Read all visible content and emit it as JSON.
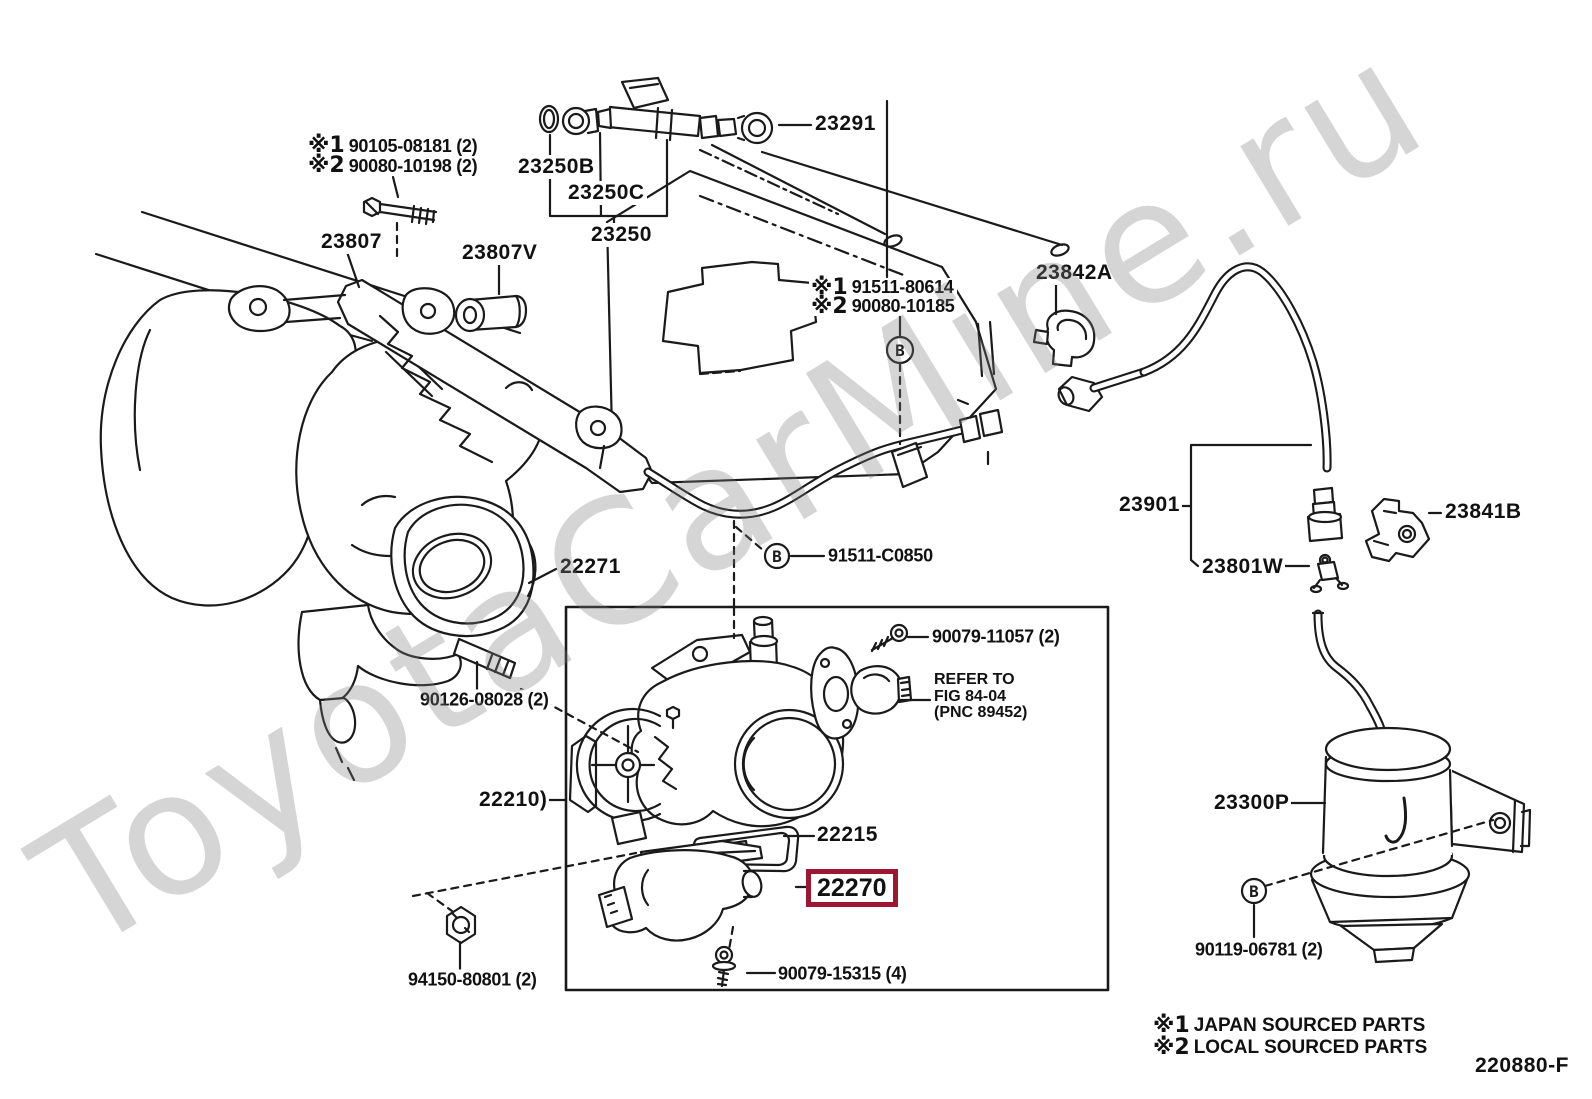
{
  "page": {
    "watermark_text": "ToyotaCarMine.ru",
    "figure_code": "220880-F",
    "highlight_color": "#9d1632",
    "marker_letter": "B"
  },
  "legend": {
    "rows": [
      {
        "ref": "※1",
        "text": "JAPAN SOURCED PARTS"
      },
      {
        "ref": "※2",
        "text": "LOCAL SOURCED PARTS"
      }
    ]
  },
  "callout_notes": {
    "injector_bolts_top": [
      {
        "ref": "※1",
        "num": "90105-08181 (2)"
      },
      {
        "ref": "※2",
        "num": "90080-10198 (2)"
      }
    ],
    "pipe_clamp_bolts": [
      {
        "ref": "※1",
        "num": "91511-80614"
      },
      {
        "ref": "※2",
        "num": "90080-10185"
      }
    ],
    "refer_note": [
      "REFER TO",
      "FIG 84-04",
      "(PNC 89452)"
    ]
  },
  "part_labels": {
    "fuel_injector_oring": "23250B",
    "fuel_injector_grommet": "23250C",
    "fuel_injector": "23250",
    "injector_insulator": "23291",
    "delivery_pipe": "23807",
    "delivery_pipe_spacer": "23807V",
    "hose_clamp": "23842A",
    "fuel_hose": "23901",
    "pipe_clamp": "23801W",
    "hose_bracket": "23841B",
    "surge_tank_gasket": "22271",
    "union_bolt": "91511-C0850",
    "stud_bolt": "90126-08028 (2)",
    "tps_screw": "90079-11057 (2)",
    "throttle_body": "22210)",
    "isc_gasket": "22215",
    "isc_valve": "22270",
    "lock_nut": "94150-80801 (2)",
    "isc_screw": "90079-15315 (4)",
    "fuel_filter": "23300P",
    "filter_bolt": "90119-06781 (2)"
  }
}
